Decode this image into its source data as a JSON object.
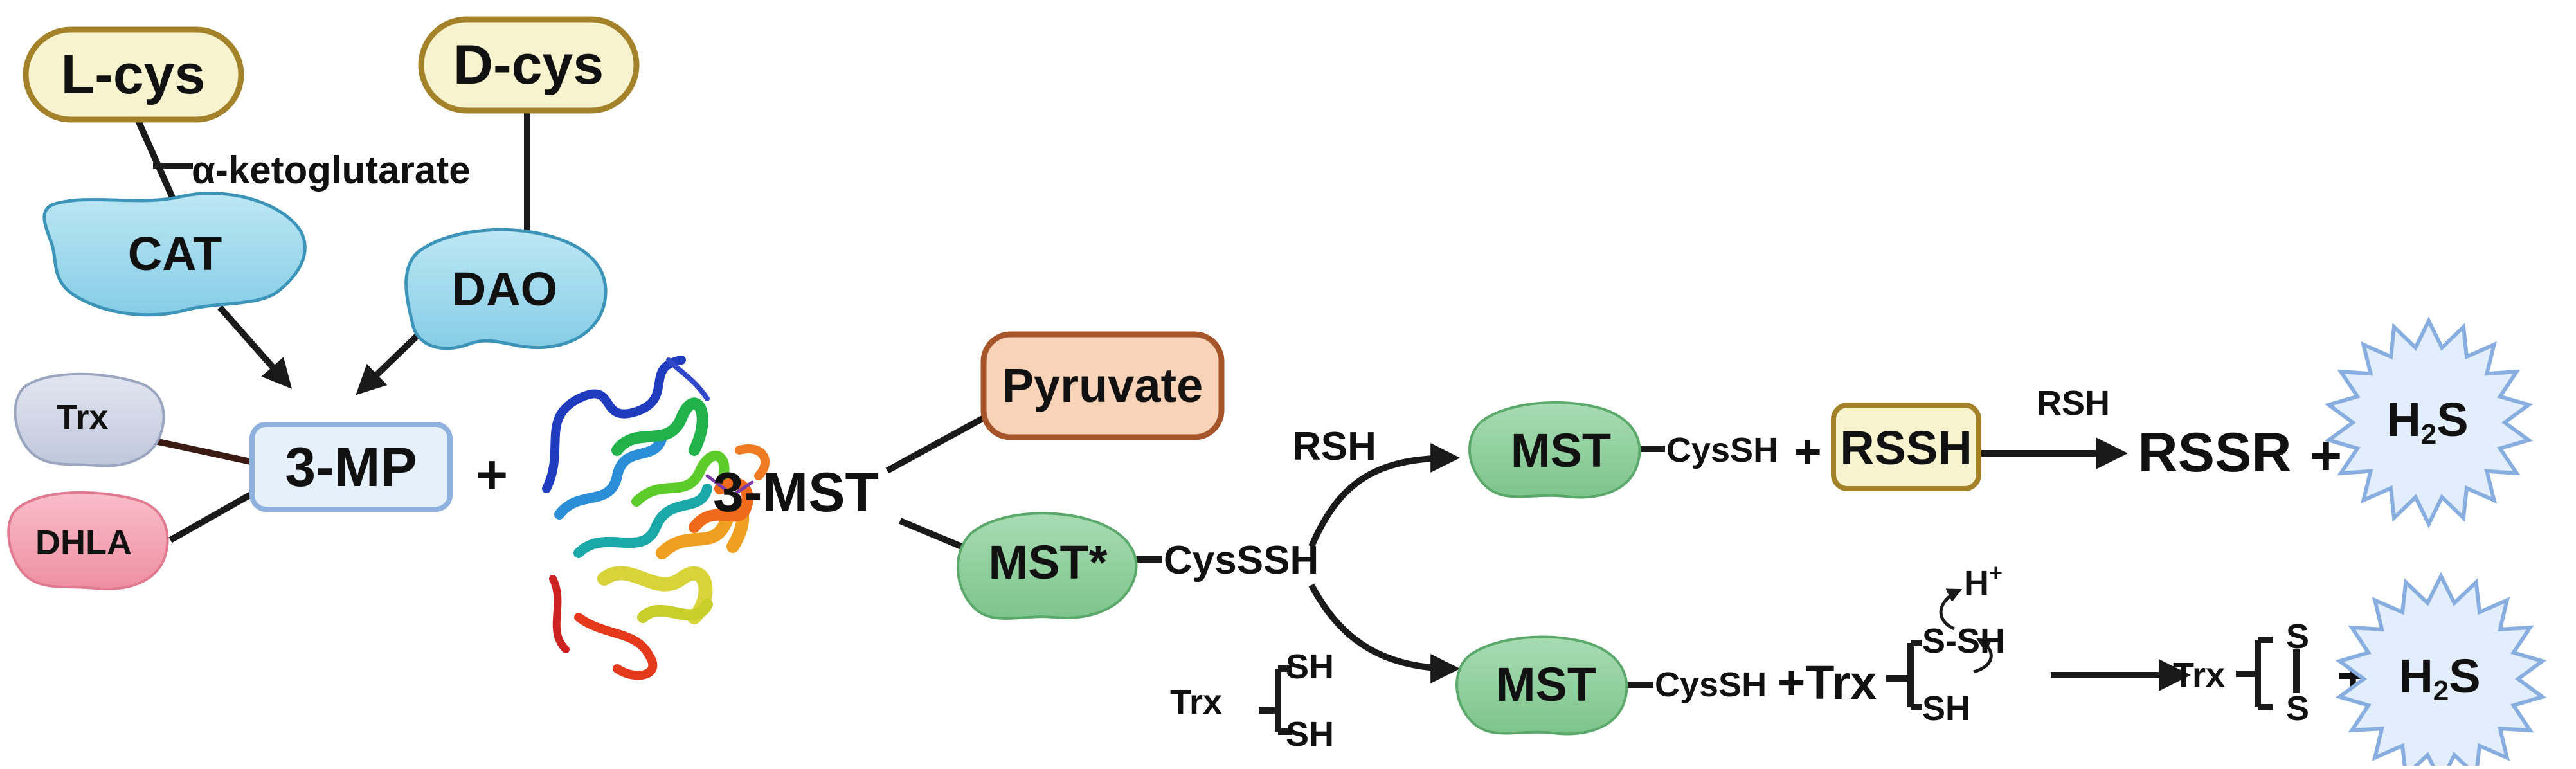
{
  "nodes": {
    "l_cys": "L-cys",
    "d_cys": "D-cys",
    "alpha_keto": "α-ketoglutarate",
    "cat": "CAT",
    "dao": "DAO",
    "trx_left": "Trx",
    "dhla": "DHLA",
    "three_mp": "3-MP",
    "plus_main": "+",
    "three_mst": "3-MST",
    "pyruvate": "Pyruvate",
    "mst_star": "MST*",
    "cysssh": "CysSSH",
    "rsh_upper": "RSH",
    "mst_upper": "MST",
    "cyssh_upper": "CysSH",
    "plus_upper1": "+",
    "rssh": "RSSH",
    "rsh_arrow": "RSH",
    "rssr": "RSSR",
    "plus_upper2": "+",
    "h2s_upper": {
      "main": "H",
      "sub": "2",
      "tail": "S"
    },
    "trx_sh": {
      "trx": "Trx",
      "sh1": "SH",
      "sh2": "SH"
    },
    "mst_lower": "MST",
    "cyssh_lower": "CysSH",
    "plus_trx": "+Trx",
    "s_sh": "S-SH",
    "sh_lower": "SH",
    "h_plus": {
      "main": "H",
      "sup": "+"
    },
    "trx_ss": {
      "trx": "Trx",
      "s1": "S",
      "s2": "S"
    },
    "plus_lower": "+",
    "h2s_lower": {
      "main": "H",
      "sub": "2",
      "tail": "S"
    }
  },
  "colors": {
    "cys_fill": "#f7f3cf",
    "cys_stroke": "#a3822a",
    "enzyme_fill": "#9fd9ec",
    "enzyme_stroke": "#3c95b8",
    "trx_fill": "#d3d9e8",
    "dhla_fill": "#f5a8b6",
    "mp_fill": "#e5f0fb",
    "mp_stroke": "#8fb1de",
    "pyruvate_fill": "#f8d3b8",
    "pyruvate_stroke": "#a6552a",
    "mst_fill": "#8fcf9c",
    "rssh_fill": "#f7f3cf",
    "burst_fill": "#e3eefc",
    "burst_stroke": "#88aee0"
  }
}
